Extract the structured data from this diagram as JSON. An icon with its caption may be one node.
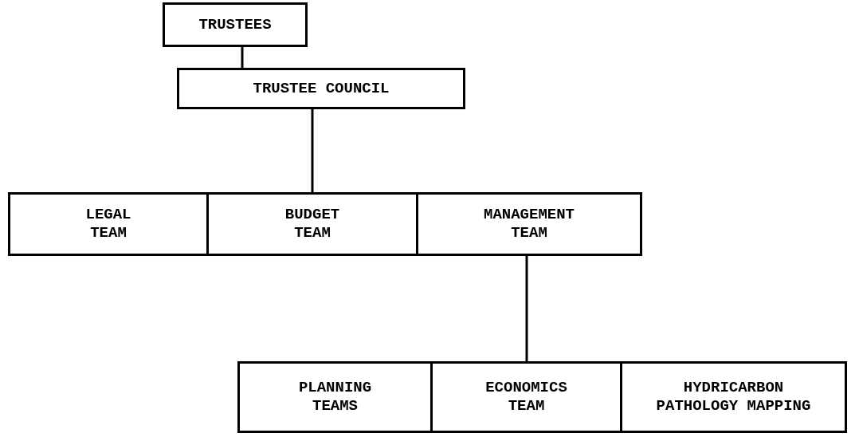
{
  "diagram": {
    "nodes": [
      {
        "text": [
          "TRUSTEES"
        ]
      },
      {
        "text": [
          "TRUSTEE COUNCIL"
        ]
      },
      {
        "text": [
          "LEGAL TEAM"
        ]
      },
      {
        "text": [
          "BUDGET TEAM"
        ]
      },
      {
        "text": [
          "MANAGEMENT TEAM"
        ]
      },
      {
        "text": [
          "PLANNING TEAMS"
        ]
      },
      {
        "text": [
          "ECONOMICS TEAM"
        ]
      },
      {
        "text": [
          "HYDRICARBON PATHOLOGY MAPPING"
        ]
      }
    ],
    "edges": [
      {
        "from": 0,
        "to": 1,
        "arrow": "none"
      },
      {
        "from": 1,
        "to": 3,
        "arrow": "none"
      },
      {
        "from": 4,
        "to": 6,
        "arrow": "none"
      }
    ]
  }
}
